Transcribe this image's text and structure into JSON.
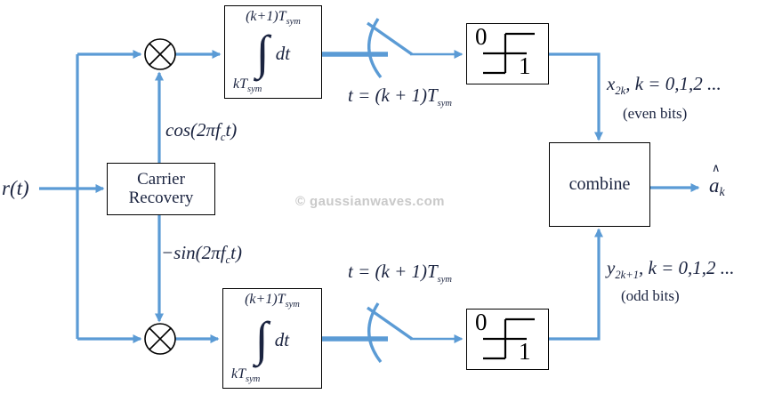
{
  "colors": {
    "line": "#5B9BD5",
    "ink": "#1b2440",
    "box_border": "#000000",
    "watermark": "#c9c9c9"
  },
  "input_label": "r(t)",
  "carrier_recovery": {
    "line1": "Carrier",
    "line2": "Recovery"
  },
  "cos_label": {
    "pre": "cos(2π",
    "base": "f",
    "sub": "c",
    "post": "t)"
  },
  "sin_label": {
    "pre": "−sin(2π",
    "base": "f",
    "sub": "c",
    "post": "t)"
  },
  "integrator": {
    "upper_pre": "(k+1)",
    "upper_base": "T",
    "upper_sub": "sym",
    "integral": "∫",
    "integrand": "dt",
    "lower_pre": "k",
    "lower_base": "T",
    "lower_sub": "sym"
  },
  "sampling_label": {
    "pre": "t = (k + 1)",
    "base": "T",
    "sub": "sym"
  },
  "threshold": {
    "zero": "0",
    "one": "1"
  },
  "combine_label": "combine",
  "even_branch": {
    "base": "x",
    "sub": "2k",
    "rest": ", k = 0,1,2 ...",
    "note": "(even bits)"
  },
  "odd_branch": {
    "base": "y",
    "sub": "2k+1",
    "rest": ", k = 0,1,2 ...",
    "note": "(odd bits)"
  },
  "output_label": {
    "hat": "∧",
    "base": "a",
    "sub": "k"
  },
  "watermark": "© gaussianwaves.com"
}
